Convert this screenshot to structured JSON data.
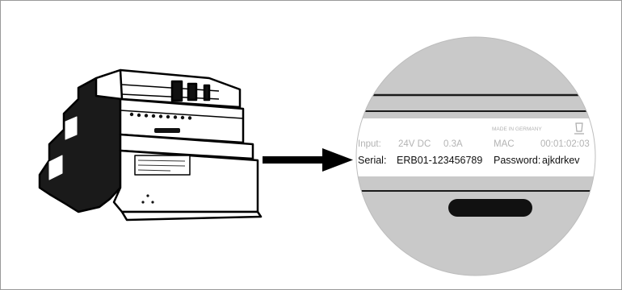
{
  "label": {
    "input_key": "Input:",
    "input_voltage": "24V DC",
    "input_current": "0.3A",
    "made_in": "MADE IN GERMANY",
    "mac_key": "MAC",
    "mac_value": "00:01:02:03",
    "serial_key": "Serial:",
    "serial_value": "ERB01-123456789",
    "password_key": "Password:",
    "password_value": "ajkdrkev"
  },
  "colors": {
    "magnifier_fill": "#c9c9c9",
    "label_fill": "#ffffff",
    "faint_text": "#b3b3b3",
    "dark_text": "#111111",
    "outline": "#000000"
  }
}
